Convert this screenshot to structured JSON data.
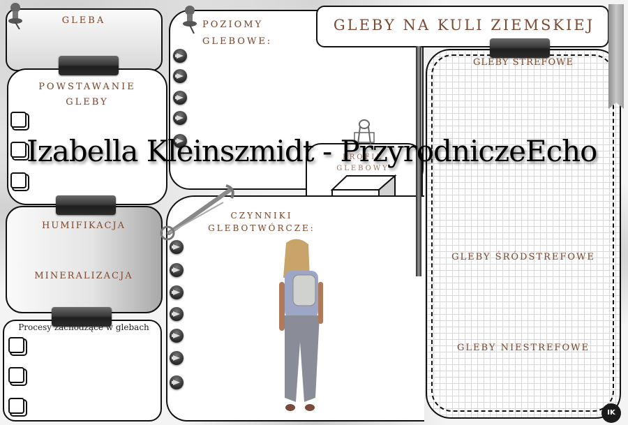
{
  "title": "GLEBY NA KULI ZIEMSKIEJ",
  "sections": {
    "gleba": "GLEBA",
    "powstawanie": [
      "POWSTAWANIE",
      "GLEBY"
    ],
    "poziomy": [
      "POZIOMY",
      "GLEBOWE:"
    ],
    "profil": [
      "PROFIL",
      "GLEBOWY"
    ],
    "czynniki": [
      "CZYNNIKI",
      "GLEBOTWÓRCZE:"
    ],
    "humifikacja": "HUMIFIKACJA",
    "mineralizacja": "MINERALIZACJA",
    "procesy": "Procesy zachodzące w glebach",
    "strefowe": "GLEBY STREFOWE",
    "srodstrefowe": "GLEBY ŚRÓDSTREFOWE",
    "niestrefowe": "GLEBY NIESTREFOWE"
  },
  "watermark": "Izabella Kleinszmidt - PrzyrodniczeEcho",
  "badge": "IK",
  "colors": {
    "heading_text": "#7b4a32",
    "outline": "#111111"
  }
}
